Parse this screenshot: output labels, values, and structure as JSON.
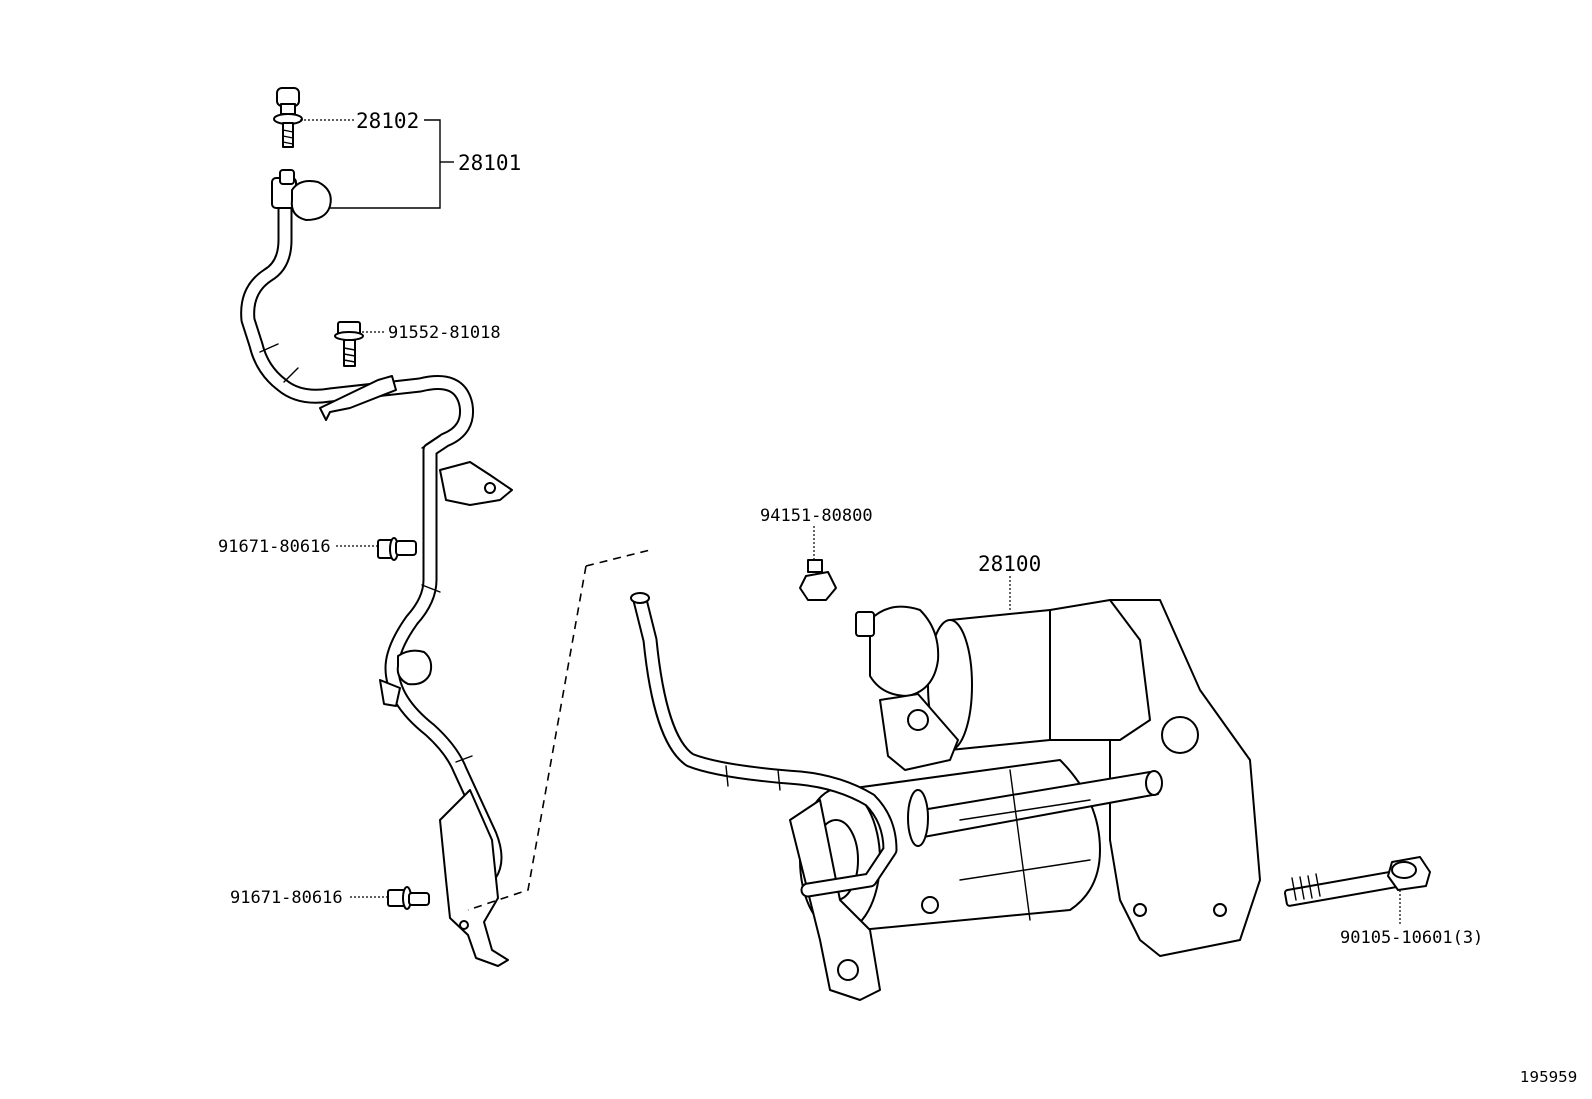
{
  "callouts": {
    "screw_cap": "28102",
    "cable_assembly": "28101",
    "upper_bolt": "91552-81018",
    "clamp_bolt_upper": "91671-80616",
    "clamp_bolt_lower": "91671-80616",
    "nut": "94151-80800",
    "starter": "28100",
    "mount_bolt": "90105-10601(3)"
  },
  "image_id": "195959"
}
